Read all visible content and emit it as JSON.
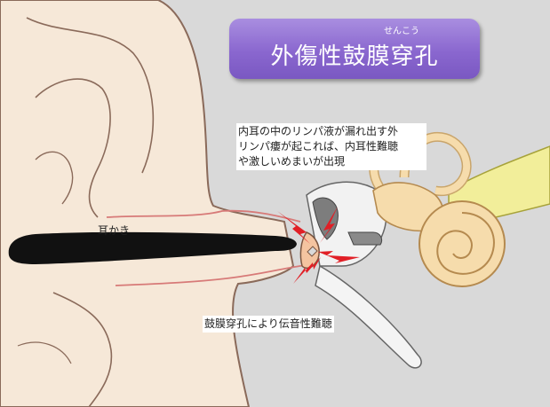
{
  "title": {
    "main": "外傷性鼓膜穿孔",
    "ruby": "せんこう"
  },
  "labels": {
    "ear_pick": "耳かき",
    "inner_ear_note_line1": "内耳の中のリンパ液が漏れ出す外",
    "inner_ear_note_line2": "リンパ瘻が起これば、内耳性難聴",
    "inner_ear_note_line3": "や激しいめまいが出現",
    "eardrum_note": "鼓膜穿孔により伝音性難聴"
  },
  "colors": {
    "background": "#d9d9d9",
    "skin": "#f6e8d8",
    "skin_outline": "#8a6a5a",
    "canal_outline": "#d77a78",
    "title_box": "#8a67cf",
    "impact": "#e11f26",
    "cochlea": "#f6dcac",
    "nerve": "#f2ee9a",
    "ear_pick": "#111111"
  }
}
